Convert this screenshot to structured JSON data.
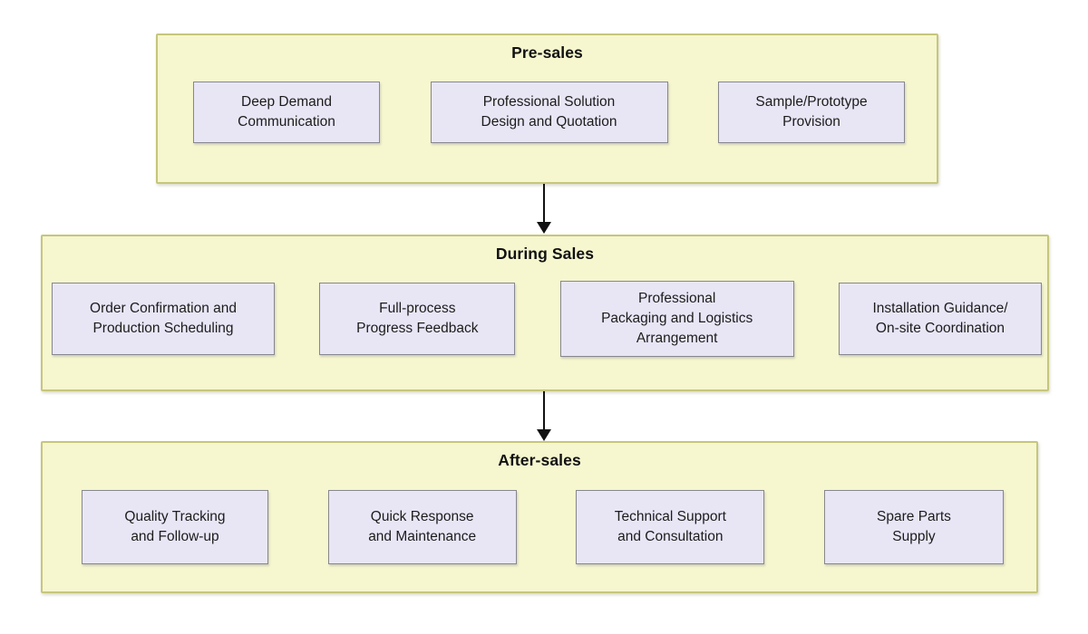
{
  "diagram": {
    "colors": {
      "section_fill": "#f6f6cf",
      "section_border": "#c6c67c",
      "box_fill": "#e8e6f5",
      "box_border": "#87878f",
      "text": "#1c1c1c",
      "arrow": "#111111"
    },
    "sections": [
      {
        "title": "Pre-sales",
        "items": [
          {
            "label": "Deep Demand\nCommunication"
          },
          {
            "label": "Professional Solution\nDesign and Quotation"
          },
          {
            "label": "Sample/Prototype\nProvision"
          }
        ]
      },
      {
        "title": "During Sales",
        "items": [
          {
            "label": "Order Confirmation and\nProduction Scheduling"
          },
          {
            "label": "Full-process\nProgress Feedback"
          },
          {
            "label": "Professional\nPackaging and Logistics\nArrangement"
          },
          {
            "label": "Installation Guidance/\nOn-site Coordination"
          }
        ]
      },
      {
        "title": "After-sales",
        "items": [
          {
            "label": "Quality Tracking\nand Follow-up"
          },
          {
            "label": "Quick Response\nand Maintenance"
          },
          {
            "label": "Technical Support\nand Consultation"
          },
          {
            "label": "Spare Parts\nSupply"
          }
        ]
      }
    ]
  }
}
